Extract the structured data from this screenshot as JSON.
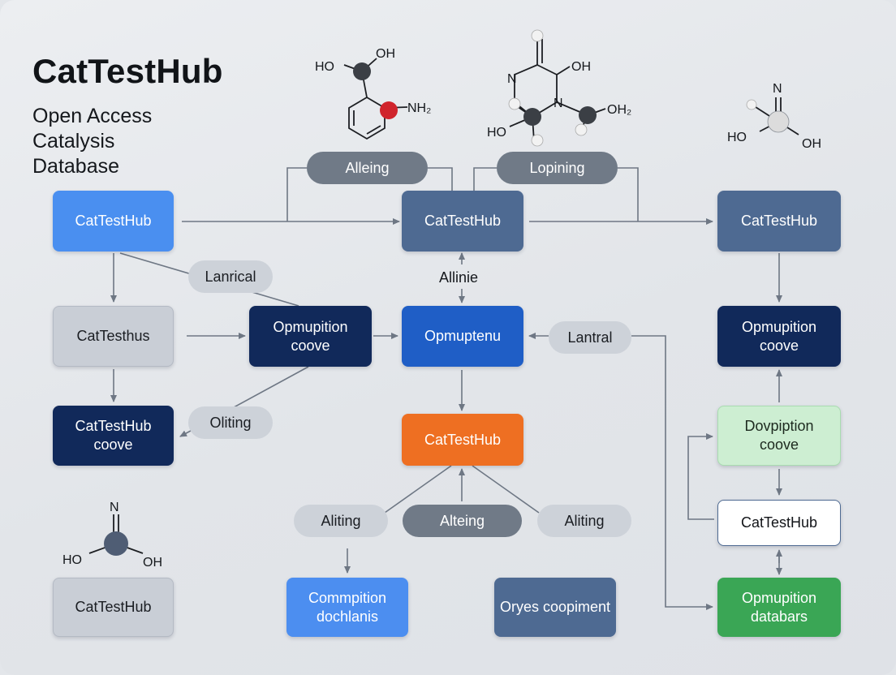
{
  "header": {
    "title": "CatTestHub",
    "subtitle_lines": [
      "Open Access",
      "Catalysis",
      "Database"
    ]
  },
  "nodes": {
    "left_top": "CatTestHub",
    "center_top": "CatTestHub",
    "right_top": "CatTestHub",
    "left_mid": "CatTesthus",
    "mid_left": "Opmupition coove",
    "center_mid": "Opmuptenu",
    "right_mid": "Opmupition coove",
    "left_lower": "CatTestHub coove",
    "center_orange": "CatTestHub",
    "right_mint": "Dovpiption coove",
    "right_white": "CatTestHub",
    "left_bottom": "CatTestHub",
    "bottom_left": "Commpition dochlanis",
    "bottom_mid": "Oryes coopiment",
    "right_green": "Opmupition databars"
  },
  "pills": {
    "top_left": "Alleing",
    "top_right": "Lopining",
    "lanrical": "Lanrical",
    "lantral": "Lantral",
    "oliting": "Oliting",
    "aliting_left": "Aliting",
    "alteing_center": "Alteing",
    "aliting_right": "Aliting"
  },
  "labels": {
    "allinie": "Allinie"
  },
  "molecules": {
    "m1": {
      "a": "HO",
      "b": "OH",
      "c": "NH₂"
    },
    "m2": {
      "a": "N",
      "b": "OH",
      "c": "N",
      "d": "HO",
      "e": "OH₂"
    },
    "m3": {
      "a": "N",
      "b": "HO",
      "c": "OH"
    },
    "m4": {
      "a": "N",
      "b": "HO",
      "c": "OH"
    }
  },
  "colors": {
    "connector": "#6e7784",
    "atom_dark": "#3b3f45",
    "atom_red": "#d0242c",
    "atom_white": "#f2f2f2",
    "atom_blue": "#4f5d74"
  }
}
